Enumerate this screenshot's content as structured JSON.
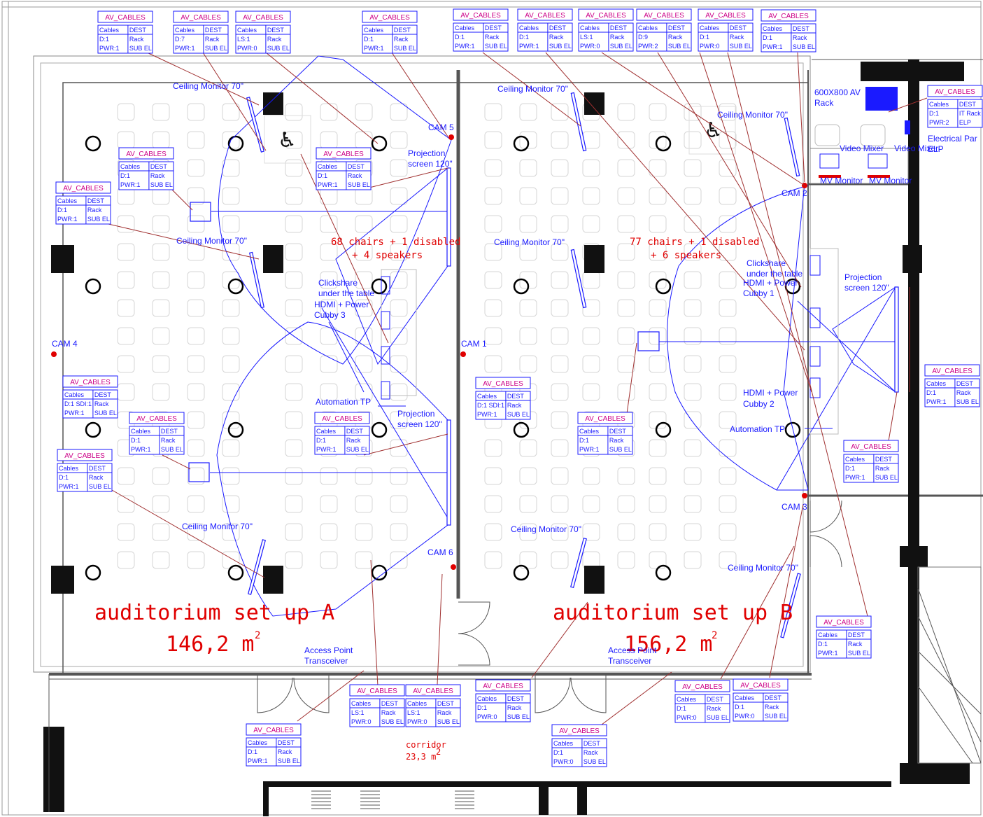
{
  "rooms": {
    "a": {
      "name": "auditorium set up A",
      "area": "146,2 m",
      "sup": "2",
      "capacity": "68 chairs + 1 disabled",
      "speakers": "+ 4 speakers"
    },
    "b": {
      "name": "auditorium set up B",
      "area": "156,2 m",
      "sup": "2",
      "capacity": "77 chairs + 1 disabled",
      "speakers": "+ 6 speakers"
    },
    "corridor": {
      "name": "corridor",
      "area": "23,3 m",
      "sup": "2"
    }
  },
  "labels": {
    "monitor_a1": "Ceiling Monitor 70\"",
    "monitor_a2": "Ceiling Monitor 70\"",
    "monitor_a3": "Ceiling Monitor 70\"",
    "monitor_b1": "Ceiling Monitor 70\"",
    "monitor_b2": "Ceiling Monitor 70\"",
    "monitor_b3": "Ceiling Monitor 70\"",
    "monitor_b4": "Ceiling Monitor 70\"",
    "cam1": "CAM 1",
    "cam2": "CAM 2",
    "cam3": "CAM 3",
    "cam4": "CAM 4",
    "cam5": "CAM 5",
    "cam6": "CAM 6",
    "proj_a1": [
      "Projection",
      "screen 120\""
    ],
    "proj_a2": [
      "Projection",
      "screen 120\""
    ],
    "proj_b": [
      "Projection",
      "screen 120\""
    ],
    "clickshare_a": [
      "Clickshare",
      "under the table",
      "HDMI + Power",
      "Cubby 3"
    ],
    "clickshare_b": [
      "Clickshare",
      "under the table",
      "HDMI + Power",
      "Cubby 1"
    ],
    "cubby2": [
      "HDMI + Power",
      "Cubby 2"
    ],
    "automation_a": "Automation TP",
    "automation_b": "Automation TP",
    "ap_a": [
      "Access Point",
      "Transceiver"
    ],
    "ap_b": [
      "Access Point",
      "Transceiver"
    ],
    "rack": [
      "600X800 AV",
      "Rack"
    ],
    "elp": [
      "Electrical Par",
      "ELP"
    ],
    "video_mixer1": "Video Mixer",
    "video_mixer2": "Video Mixer",
    "mv1": "MV Monitor",
    "mv2": "MV Monitor"
  },
  "av_cables": [
    {
      "title": "AV_CABLES",
      "h1": "Cables",
      "h2": "DEST",
      "r1": [
        "D:1",
        "Rack"
      ],
      "r2": [
        "PWR:1",
        "SUB EL"
      ]
    },
    {
      "title": "AV_CABLES",
      "h1": "Cables",
      "h2": "DEST",
      "r1": [
        "D:7",
        "Rack"
      ],
      "r2": [
        "PWR:1",
        "SUB EL"
      ]
    },
    {
      "title": "AV_CABLES",
      "h1": "Cables",
      "h2": "DEST",
      "r1": [
        "LS:1",
        "Rack"
      ],
      "r2": [
        "PWR:0",
        "SUB EL"
      ]
    },
    {
      "title": "AV_CABLES",
      "h1": "Cables",
      "h2": "DEST",
      "r1": [
        "D:1",
        "Rack"
      ],
      "r2": [
        "PWR:1",
        "SUB EL"
      ]
    },
    {
      "title": "AV_CABLES",
      "h1": "Cables",
      "h2": "DEST",
      "r1": [
        "D:1",
        "Rack"
      ],
      "r2": [
        "PWR:1",
        "SUB EL"
      ]
    },
    {
      "title": "AV_CABLES",
      "h1": "Cables",
      "h2": "DEST",
      "r1": [
        "D:1",
        "Rack"
      ],
      "r2": [
        "PWR:1",
        "SUB EL"
      ]
    },
    {
      "title": "AV_CABLES",
      "h1": "Cables",
      "h2": "DEST",
      "r1": [
        "LS:1",
        "Rack"
      ],
      "r2": [
        "PWR:0",
        "SUB EL"
      ]
    },
    {
      "title": "AV_CABLES",
      "h1": "Cables",
      "h2": "DEST",
      "r1": [
        "D:9",
        "Rack"
      ],
      "r2": [
        "PWR:2",
        "SUB EL"
      ]
    },
    {
      "title": "AV_CABLES",
      "h1": "Cables",
      "h2": "DEST",
      "r1": [
        "D:1",
        "Rack"
      ],
      "r2": [
        "PWR:0",
        "SUB EL"
      ]
    },
    {
      "title": "AV_CABLES",
      "h1": "Cables",
      "h2": "DEST",
      "r1": [
        "D:1",
        "Rack"
      ],
      "r2": [
        "PWR:1",
        "SUB EL"
      ]
    },
    {
      "title": "AV_CABLES",
      "h1": "Cables",
      "h2": "DEST",
      "r1": [
        "D:1",
        "IT Rack"
      ],
      "r2": [
        "PWR:2",
        "ELP"
      ]
    },
    {
      "title": "AV_CABLES",
      "h1": "Cables",
      "h2": "DEST",
      "r1": [
        "D:1",
        "Rack"
      ],
      "r2": [
        "PWR:1",
        "SUB EL"
      ]
    },
    {
      "title": "AV_CABLES",
      "h1": "Cables",
      "h2": "DEST",
      "r1": [
        "D:1",
        "Rack"
      ],
      "r2": [
        "PWR:1",
        "SUB EL"
      ]
    },
    {
      "title": "AV_CABLES",
      "h1": "Cables",
      "h2": "DEST",
      "r1": [
        "D:1",
        "Rack"
      ],
      "r2": [
        "PWR:1",
        "SUB EL"
      ]
    },
    {
      "title": "AV_CABLES",
      "h1": "Cables",
      "h2": "DEST",
      "r1": [
        "D:1 SDI:1",
        "Rack"
      ],
      "r2": [
        "PWR:1",
        "SUB EL"
      ]
    },
    {
      "title": "AV_CABLES",
      "h1": "Cables",
      "h2": "DEST",
      "r1": [
        "D:1",
        "Rack"
      ],
      "r2": [
        "PWR:1",
        "SUB EL"
      ]
    },
    {
      "title": "AV_CABLES",
      "h1": "Cables",
      "h2": "DEST",
      "r1": [
        "D:1",
        "Rack"
      ],
      "r2": [
        "PWR:1",
        "SUB EL"
      ]
    },
    {
      "title": "AV_CABLES",
      "h1": "Cables",
      "h2": "DEST",
      "r1": [
        "D:1",
        "Rack"
      ],
      "r2": [
        "PWR:1",
        "SUB EL"
      ]
    },
    {
      "title": "AV_CABLES",
      "h1": "Cables",
      "h2": "DEST",
      "r1": [
        "D:1 SDI:1",
        "Rack"
      ],
      "r2": [
        "PWR:1",
        "SUB EL"
      ]
    },
    {
      "title": "AV_CABLES",
      "h1": "Cables",
      "h2": "DEST",
      "r1": [
        "D:1",
        "Rack"
      ],
      "r2": [
        "PWR:1",
        "SUB EL"
      ]
    },
    {
      "title": "AV_CABLES",
      "h1": "Cables",
      "h2": "DEST",
      "r1": [
        "D:1",
        "Rack"
      ],
      "r2": [
        "PWR:1",
        "SUB EL"
      ]
    },
    {
      "title": "AV_CABLES",
      "h1": "Cables",
      "h2": "DEST",
      "r1": [
        "D:1",
        "Rack"
      ],
      "r2": [
        "PWR:1",
        "SUB EL"
      ]
    },
    {
      "title": "AV_CABLES",
      "h1": "Cables",
      "h2": "DEST",
      "r1": [
        "LS:1",
        "Rack"
      ],
      "r2": [
        "PWR:0",
        "SUB EL"
      ]
    },
    {
      "title": "AV_CABLES",
      "h1": "Cables",
      "h2": "DEST",
      "r1": [
        "LS:1",
        "Rack"
      ],
      "r2": [
        "PWR:0",
        "SUB EL"
      ]
    },
    {
      "title": "AV_CABLES",
      "h1": "Cables",
      "h2": "DEST",
      "r1": [
        "D:1",
        "Rack"
      ],
      "r2": [
        "PWR:0",
        "SUB EL"
      ]
    },
    {
      "title": "AV_CABLES",
      "h1": "Cables",
      "h2": "DEST",
      "r1": [
        "D:1",
        "Rack"
      ],
      "r2": [
        "PWR:1",
        "SUB EL"
      ]
    },
    {
      "title": "AV_CABLES",
      "h1": "Cables",
      "h2": "DEST",
      "r1": [
        "D:1",
        "Rack"
      ],
      "r2": [
        "PWR:0",
        "SUB EL"
      ]
    },
    {
      "title": "AV_CABLES",
      "h1": "Cables",
      "h2": "DEST",
      "r1": [
        "D:1",
        "Rack"
      ],
      "r2": [
        "PWR:0",
        "SUB EL"
      ]
    },
    {
      "title": "AV_CABLES",
      "h1": "Cables",
      "h2": "DEST",
      "r1": [
        "D:1",
        "Rack"
      ],
      "r2": [
        "PWR:0",
        "SUB EL"
      ]
    },
    {
      "title": "AV_CABLES",
      "h1": "Cables",
      "h2": "DEST",
      "r1": [
        "D:1",
        "Rack"
      ],
      "r2": [
        "PWR:1",
        "SUB EL"
      ]
    }
  ],
  "colors": {
    "wall": "#444444",
    "equipment": "#1a1aff",
    "label": "#e00000",
    "cable_title": "#cc0088",
    "chair": "#cfcfcf"
  }
}
